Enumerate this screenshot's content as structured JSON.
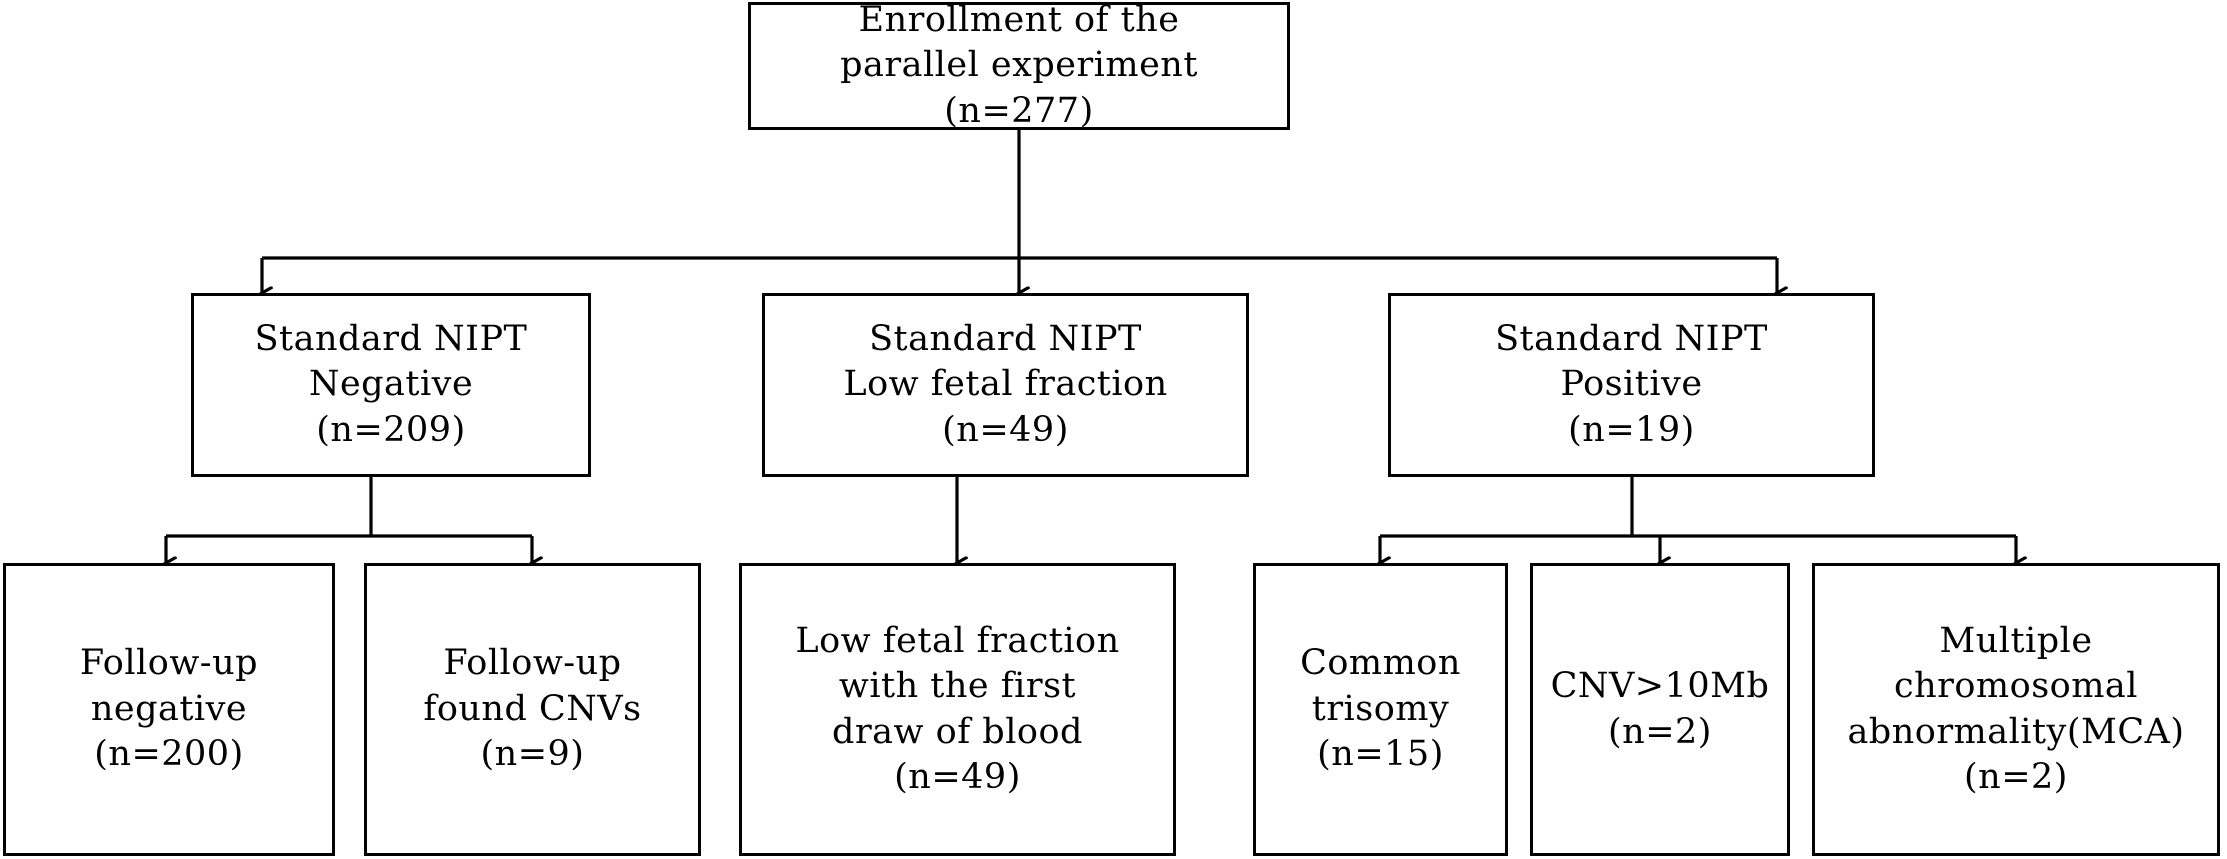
{
  "diagram": {
    "type": "flowchart",
    "title": "Study enrollment and NIPT outcome flow",
    "style": {
      "background": "#ffffff",
      "box_border_color": "#000000",
      "text_color": "#000000",
      "connector_color": "#000000"
    },
    "nodes": {
      "root": {
        "id": "root",
        "label": "Enrollment of the\nparallel experiment\n(n=277)",
        "count": 277,
        "row": 1
      },
      "standard_nipt_negative": {
        "id": "standard-nipt-negative",
        "label": "Standard NIPT\nNegative\n(n=209)",
        "count": 209,
        "row": 2
      },
      "standard_nipt_low_fetal_fraction": {
        "id": "standard-nipt-low-fetal-fraction",
        "label": "Standard NIPT\nLow fetal fraction\n(n=49)",
        "count": 49,
        "row": 2
      },
      "standard_nipt_positive": {
        "id": "standard-nipt-positive",
        "label": "Standard NIPT\nPositive\n(n=19)",
        "count": 19,
        "row": 2
      },
      "follow_up_negative": {
        "id": "follow-up-negative",
        "label": "Follow-up\nnegative\n(n=200)",
        "count": 200,
        "row": 3
      },
      "follow_up_found_cnvs": {
        "id": "follow-up-found-cnvs",
        "label": "Follow-up\nfound CNVs\n(n=9)",
        "count": 9,
        "row": 3
      },
      "low_fetal_fraction_first_draw": {
        "id": "low-fetal-fraction-first-draw",
        "label": "Low fetal fraction\nwith the first\ndraw of blood\n(n=49)",
        "count": 49,
        "row": 3
      },
      "common_trisomy": {
        "id": "common-trisomy",
        "label": "Common\ntrisomy\n(n=15)",
        "count": 15,
        "row": 3
      },
      "cnv_over_10mb": {
        "id": "cnv-over-10mb",
        "label": "CNV>10Mb\n(n=2)",
        "count": 2,
        "row": 3
      },
      "multiple_chromosomal_abnormality": {
        "id": "multiple-chromosomal-abnormality",
        "label": "Multiple\nchromosomal\nabnormality(MCA)\n(n=2)",
        "count": 2,
        "row": 3
      }
    },
    "edges": [
      {
        "from": "root",
        "to": "standard_nipt_negative",
        "arrow": "down"
      },
      {
        "from": "root",
        "to": "standard_nipt_low_fetal_fraction",
        "arrow": "down"
      },
      {
        "from": "root",
        "to": "standard_nipt_positive",
        "arrow": "down"
      },
      {
        "from": "standard_nipt_negative",
        "to": "follow_up_negative",
        "arrow": "down"
      },
      {
        "from": "standard_nipt_negative",
        "to": "follow_up_found_cnvs",
        "arrow": "down"
      },
      {
        "from": "standard_nipt_low_fetal_fraction",
        "to": "low_fetal_fraction_first_draw",
        "arrow": "down"
      },
      {
        "from": "standard_nipt_positive",
        "to": "common_trisomy",
        "arrow": "down"
      },
      {
        "from": "standard_nipt_positive",
        "to": "cnv_over_10mb",
        "arrow": "down"
      },
      {
        "from": "standard_nipt_positive",
        "to": "multiple_chromosomal_abnormality",
        "arrow": "down"
      }
    ]
  }
}
